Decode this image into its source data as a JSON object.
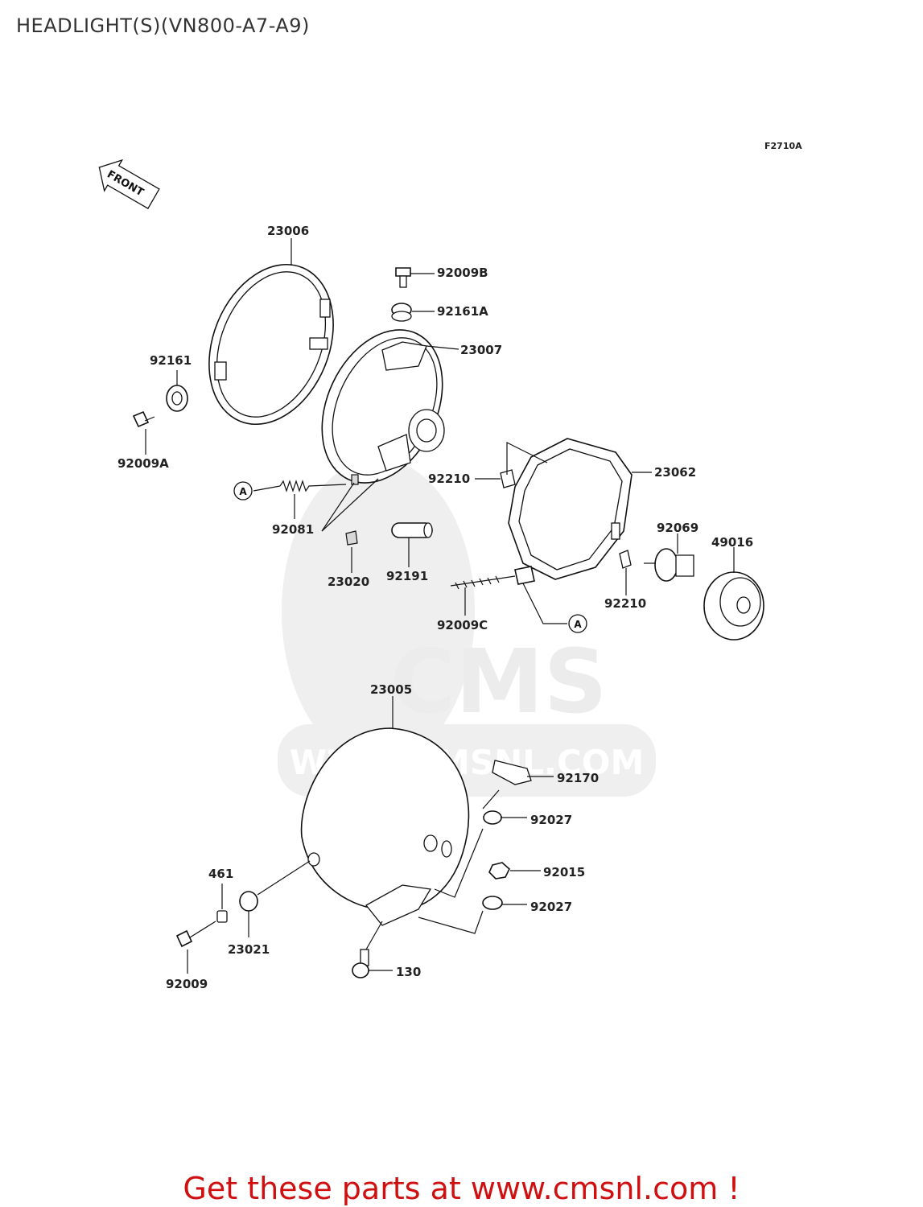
{
  "title": "HEADLIGHT(S)(VN800-A7-A9)",
  "figure_code": "F2710A",
  "front_label": "FRONT",
  "ref_marker": "A",
  "watermark": {
    "brand": "CMS",
    "url": "WWW.CMSNL.COM"
  },
  "labels": {
    "p23006": "23006",
    "p92009B": "92009B",
    "p92161A": "92161A",
    "p23007": "23007",
    "p92161": "92161",
    "p92009A": "92009A",
    "p92081": "92081",
    "p23020": "23020",
    "p92191": "92191",
    "p92210a": "92210",
    "p23062": "23062",
    "p92069": "92069",
    "p49016": "49016",
    "p92210b": "92210",
    "p92009C": "92009C",
    "p23005": "23005",
    "p92170": "92170",
    "p92027a": "92027",
    "p461": "461",
    "p92015": "92015",
    "p92027b": "92027",
    "p23021": "23021",
    "p130": "130",
    "p92009": "92009"
  },
  "footer": "Get these parts at www.cmsnl.com !"
}
